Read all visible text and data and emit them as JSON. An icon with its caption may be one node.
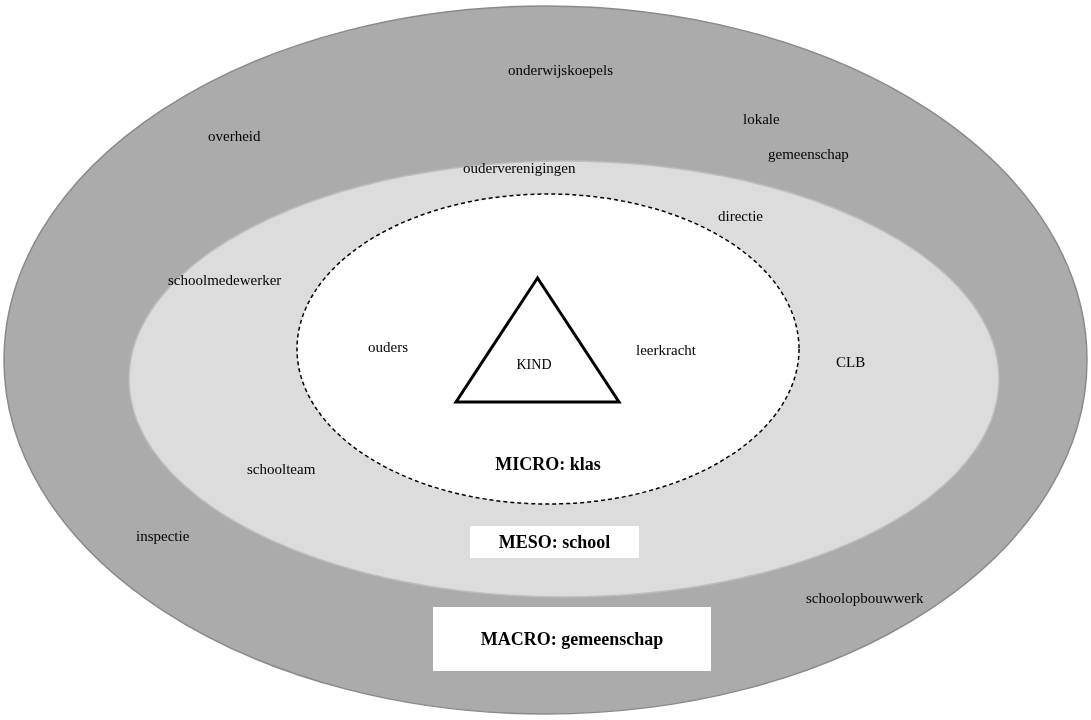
{
  "diagram": {
    "nodes": [
      {
        "text": [
          "MACRO: gemeenschap"
        ]
      },
      {
        "text": [
          "MESO: school"
        ],
        "in": 0
      },
      {
        "text": [
          "MICRO: klas"
        ],
        "in": 1
      },
      {
        "text": [
          "KIND"
        ],
        "in": 2
      }
    ],
    "edges": [],
    "labels": [
      "onderwijskoepels",
      "lokale gemeenschap",
      "overheid",
      "ouderverenigingen",
      "directie",
      "schoolmedewerker",
      "ouders",
      "leerkracht",
      "CLB",
      "schoolteam",
      "inspectie",
      "schoolopbouwwerk"
    ]
  }
}
